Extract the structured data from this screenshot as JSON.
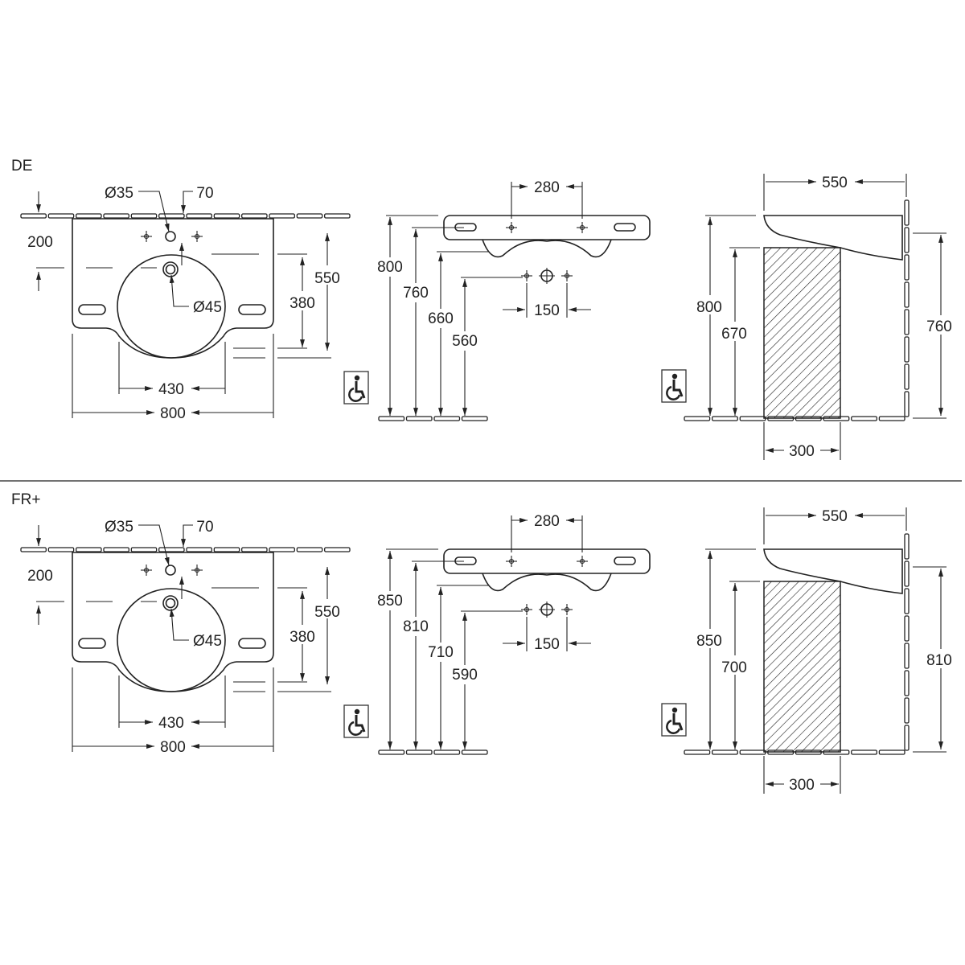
{
  "panels": [
    {
      "label": "DE",
      "front": {
        "dia_tap": "Ø35",
        "offset_tap": "70",
        "depth_top": "200",
        "height_outer": "550",
        "height_bowl": "380",
        "dia_drain": "Ø45",
        "width_bowl": "430",
        "width": "800"
      },
      "side": {
        "tap_spacing": "280",
        "h_top": "800",
        "h_under": "760",
        "h_bowl": "660",
        "h_drain": "560",
        "trap_spacing": "150"
      },
      "profile": {
        "depth": "550",
        "h_top": "800",
        "h_knee": "670",
        "h_rim": "760",
        "knee_depth": "300"
      }
    },
    {
      "label": "FR+",
      "front": {
        "dia_tap": "Ø35",
        "offset_tap": "70",
        "depth_top": "200",
        "height_outer": "550",
        "height_bowl": "380",
        "dia_drain": "Ø45",
        "width_bowl": "430",
        "width": "800"
      },
      "side": {
        "tap_spacing": "280",
        "h_top": "850",
        "h_under": "810",
        "h_bowl": "710",
        "h_drain": "590",
        "trap_spacing": "150"
      },
      "profile": {
        "depth": "550",
        "h_top": "850",
        "h_knee": "700",
        "h_rim": "810",
        "knee_depth": "300"
      }
    }
  ],
  "icons": {
    "accessibility": "wheelchair-icon"
  }
}
